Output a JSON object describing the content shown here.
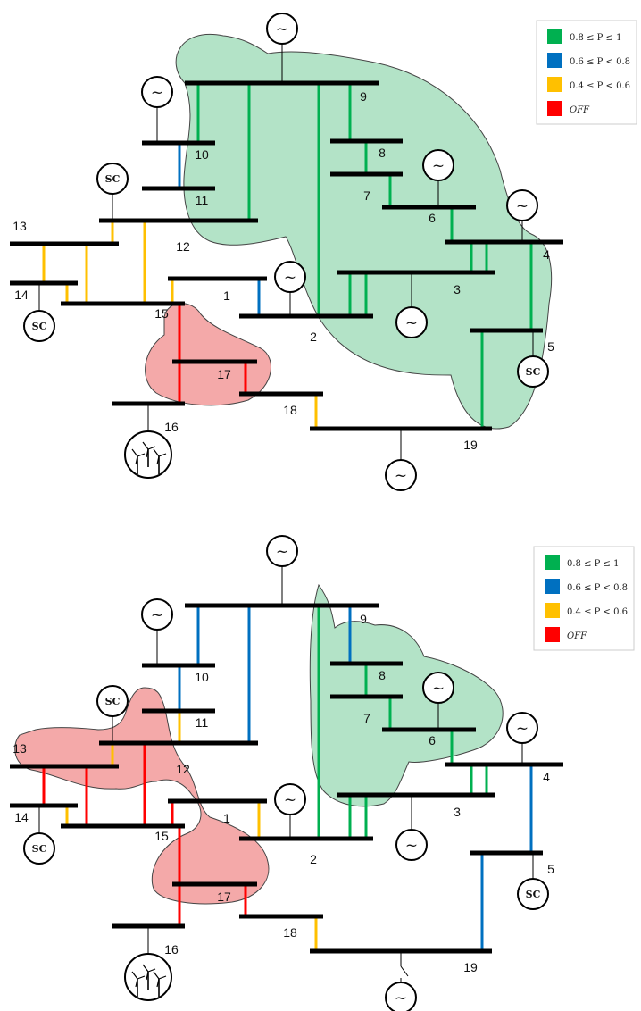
{
  "legend": {
    "items": [
      {
        "label": "0.8 ≤ P ≤ 1",
        "color": "#00b050"
      },
      {
        "label": "0.6 ≤ P < 0.8",
        "color": "#0070c0"
      },
      {
        "label": "0.4 ≤ P < 0.6",
        "color": "#ffc000"
      },
      {
        "label": "OFF",
        "color": "#ff0000"
      }
    ]
  },
  "symbols": {
    "generator": "~",
    "synchronous_condenser": "SC",
    "wind_farm_icon": "wind-turbine-icon"
  },
  "colors": {
    "island_green": "#b3e3c7",
    "island_red": "#f4a9a9",
    "bus": "#000000"
  },
  "bus_labels": [
    "1",
    "2",
    "3",
    "4",
    "5",
    "6",
    "7",
    "8",
    "9",
    "10",
    "11",
    "12",
    "13",
    "14",
    "15",
    "16",
    "17",
    "18",
    "19"
  ],
  "diagrams": [
    {
      "line_colors": {
        "9-2": "green",
        "main-10": "green",
        "main-12": "green",
        "9-8": "green",
        "8-7": "green",
        "7-6": "green",
        "6-4": "green",
        "3-4a": "green",
        "3-4b": "green",
        "3-2a": "green",
        "3-2b": "green",
        "4-5": "green",
        "5-19": "green",
        "10-11": "blue",
        "1-2": "blue",
        "13-12": "yellow",
        "12-15": "yellow",
        "13-14": "yellow",
        "13-15": "yellow",
        "14-15": "yellow",
        "1-15": "yellow",
        "18-19": "yellow",
        "15-16": "red",
        "17-18": "red"
      }
    },
    {
      "line_colors": {
        "9-2": "green",
        "9-8": "blue",
        "main-10": "blue",
        "main-12": "blue",
        "8-7": "green",
        "7-6": "green",
        "6-4": "green",
        "3-4a": "green",
        "3-4b": "green",
        "3-2a": "green",
        "3-2b": "green",
        "4-5": "blue",
        "5-19": "blue",
        "10-11": "blue",
        "11-12": "yellow",
        "1-2": "yellow",
        "13-12": "yellow",
        "14-15": "yellow",
        "18-19": "yellow",
        "13-14": "red",
        "13-15": "red",
        "12-15": "red",
        "1-15": "red",
        "15-16": "red",
        "17-18": "red"
      }
    }
  ]
}
